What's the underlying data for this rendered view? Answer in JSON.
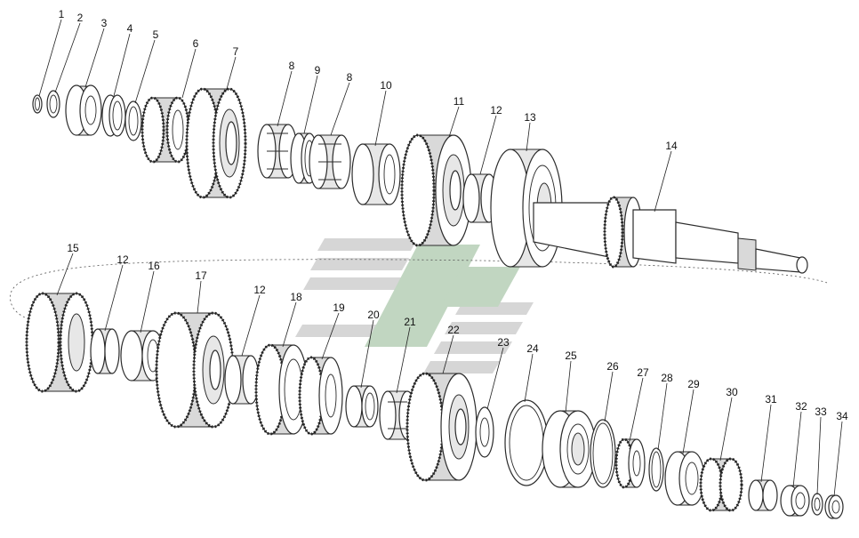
{
  "labels": [
    "1",
    "2",
    "3",
    "4",
    "5",
    "6",
    "7",
    "8",
    "9",
    "8",
    "10",
    "11",
    "12",
    "13",
    "14",
    "15",
    "12",
    "16",
    "17",
    "12",
    "18",
    "19",
    "20",
    "21",
    "22",
    "23",
    "24",
    "25",
    "26",
    "27",
    "28",
    "29",
    "30",
    "31",
    "32",
    "33",
    "34"
  ],
  "colors": {
    "line": "#2b2b2b",
    "gear_fill": "#d9d9d9",
    "watermark_gray": "#b5b5b5",
    "watermark_green": "#8fb68f"
  }
}
